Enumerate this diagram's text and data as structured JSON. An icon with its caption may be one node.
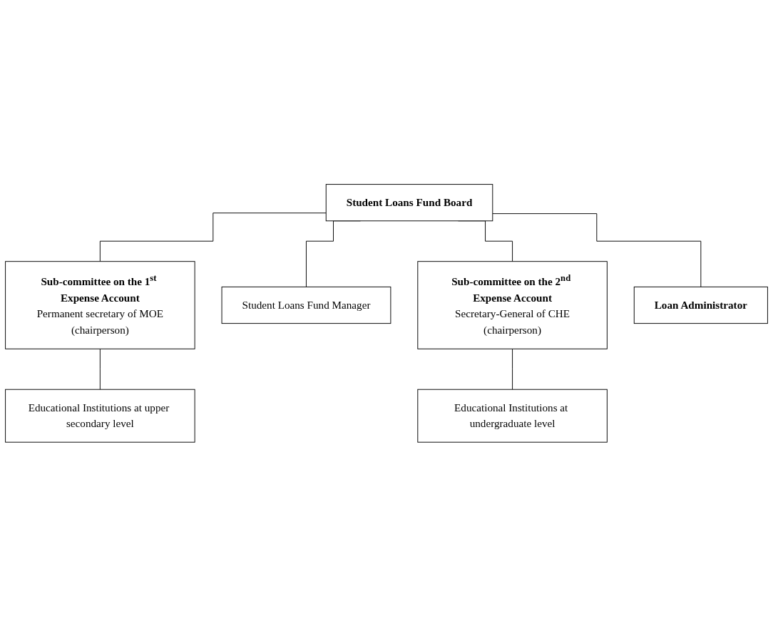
{
  "diagram": {
    "nodes": [
      {
        "text": [
          "Student Loans Fund Board"
        ]
      },
      {
        "text": [
          "Sub-committee on the 1$^{st}$ Expense Account",
          "Permanent secretary of MOE",
          "(chairperson)"
        ]
      },
      {
        "text": [
          "Student Loans Fund Manager"
        ]
      },
      {
        "text": [
          "Sub-committee on the 2$^{nd}$ Expense Account",
          "Secretary-General of CHE",
          "(chairperson)"
        ]
      },
      {
        "text": [
          "Educational Institutions at upper secondary level"
        ]
      },
      {
        "text": [
          "Educational Institutions at undergraduate level"
        ]
      },
      {
        "text": [
          "Loan Administrator"
        ]
      }
    ],
    "edges": [
      {
        "from": 0,
        "to": 1,
        "arrow": "none"
      },
      {
        "from": 0,
        "to": 6,
        "arrow": "none"
      },
      {
        "from": 0,
        "to": 2,
        "arrow": "none"
      },
      {
        "from": 0,
        "to": 3,
        "arrow": "none"
      },
      {
        "from": 1,
        "to": 4,
        "arrow": "none"
      },
      {
        "from": 3,
        "to": 5,
        "arrow": "none"
      }
    ]
  }
}
